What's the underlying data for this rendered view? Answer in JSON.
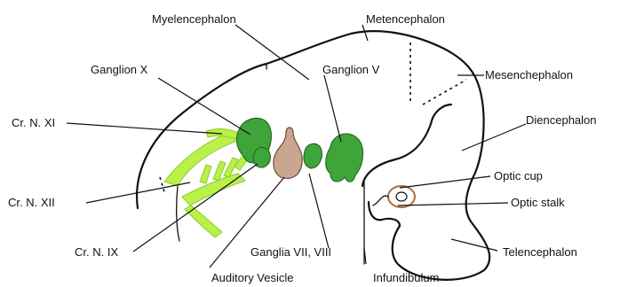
{
  "labels": {
    "myelencephalon": "Myelencephalon",
    "metencephalon": "Metencephalon",
    "mesencephalon": "Mesenchephalon",
    "ganglion_x": "Ganglion X",
    "ganglion_v": "Ganglion V",
    "diencephalon": "Diencephalon",
    "cr_n_xi": "Cr. N. XI",
    "optic_cup": "Optic cup",
    "optic_stalk": "Optic stalk",
    "cr_n_xii": "Cr. N. XII",
    "telencephalon": "Telencephalon",
    "cr_n_ix": "Cr. N. IX",
    "ganglia_vii_viii": "Ganglia VII, VIII",
    "auditory_vesicle": "Auditory Vesicle",
    "infundibulum": "Infundibulum"
  },
  "colors": {
    "ganglion_dark_green": "#3fa53a",
    "nerve_light_green": "#b9f04a",
    "vesicle_tan": "#c9a68f",
    "optic_brown": "#b06a40",
    "outline": "#111111"
  }
}
